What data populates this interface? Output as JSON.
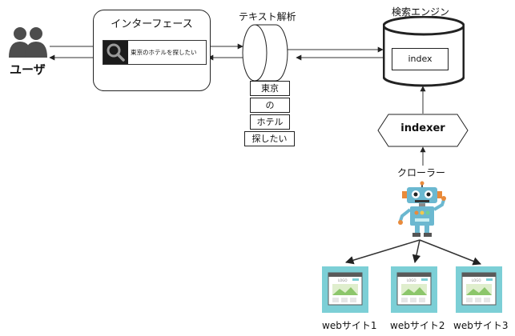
{
  "user": {
    "label": "ユーザ"
  },
  "interface": {
    "title": "インターフェース",
    "search_query": "東京のホテルを探したい"
  },
  "text_analysis": {
    "title": "テキスト解析",
    "tokens": [
      "東京",
      "の",
      "ホテル",
      "探したい"
    ]
  },
  "search_engine": {
    "title": "検索エンジン",
    "index_label": "index"
  },
  "indexer": {
    "label": "indexer"
  },
  "crawler": {
    "label": "クローラー"
  },
  "sites": [
    "webサイト1",
    "webサイト2",
    "webサイト3"
  ],
  "site_thumb": {
    "logo_text": "LOGO"
  },
  "colors": {
    "site_bg": "#7ccfd6",
    "robot_body": "#6bb8d0",
    "robot_accent": "#e98a3a"
  }
}
